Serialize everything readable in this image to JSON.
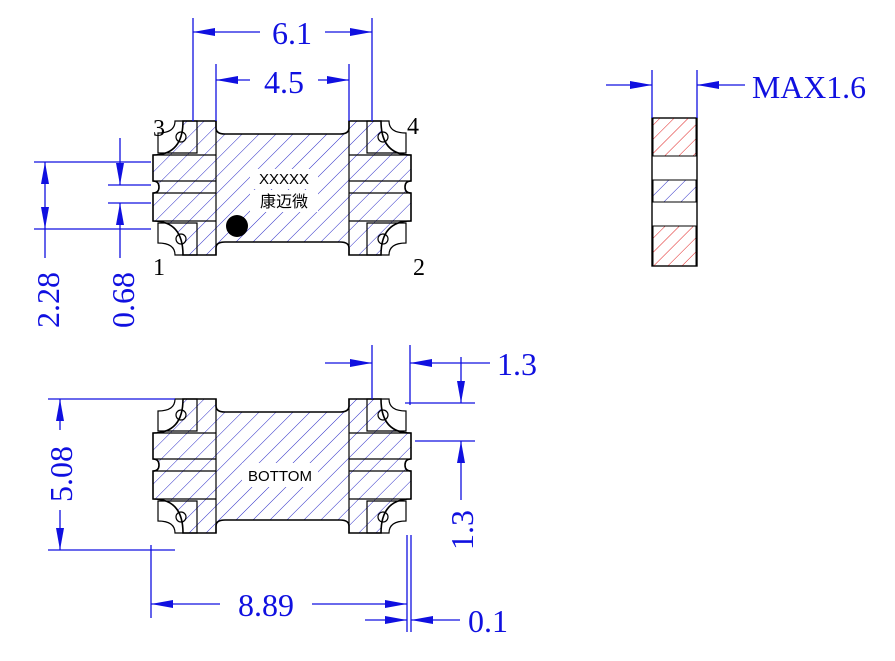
{
  "top_view": {
    "marking_line1": "XXXXX",
    "marking_line2": "康迈微",
    "pin_labels": {
      "pin1": "1",
      "pin2": "2",
      "pin3": "3",
      "pin4": "4"
    }
  },
  "bottom_view": {
    "label": "BOTTOM"
  },
  "dimensions": {
    "overall_width": "6.1",
    "inner_width": "4.5",
    "pad_pitch_vertical": "2.28",
    "slot_width": "0.68",
    "max_height": "MAX1.6",
    "pad_length": "1.3",
    "pad_height": "1.3",
    "footprint_height": "5.08",
    "footprint_width": "8.89",
    "gap": "0.1"
  },
  "colors": {
    "dimension": "#1010e0",
    "body_hatch": "#3030c8",
    "pad_hatch": "#e02020",
    "outline": "#000000"
  }
}
